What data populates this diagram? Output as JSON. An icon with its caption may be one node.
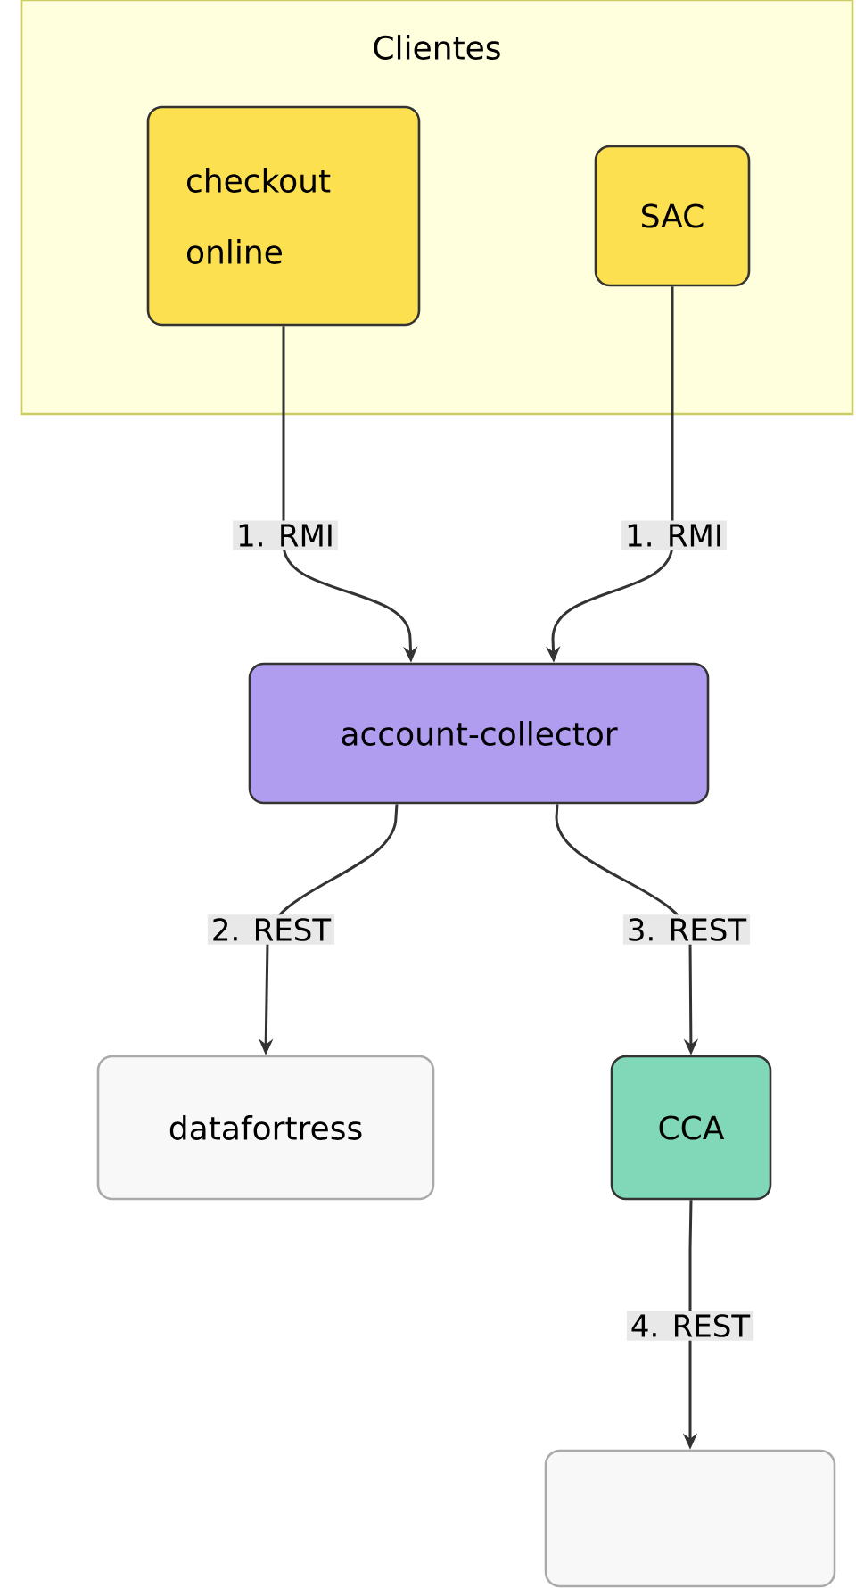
{
  "diagram": {
    "nodes": [
      {
        "text": [
          "Clientes"
        ]
      },
      {
        "text": [
          "checkout online"
        ],
        "in": 0
      },
      {
        "text": [
          "SAC"
        ],
        "in": 0
      },
      {
        "text": [
          "account-collector"
        ]
      },
      {
        "text": [
          "datafortress"
        ]
      },
      {
        "text": [
          "CCA"
        ]
      },
      {
        "text": [],
        "shape": "box"
      }
    ],
    "edges": [
      {
        "from": 1,
        "to": 3,
        "arrow": "to",
        "label": "1. RMI"
      },
      {
        "from": 2,
        "to": 3,
        "arrow": "to",
        "label": "1. RMI"
      },
      {
        "from": 3,
        "to": 4,
        "arrow": "to",
        "label": "2. REST"
      },
      {
        "from": 3,
        "to": 5,
        "arrow": "to",
        "label": "3. REST"
      },
      {
        "from": 5,
        "to": 6,
        "arrow": "to",
        "label": "4. REST"
      }
    ]
  }
}
